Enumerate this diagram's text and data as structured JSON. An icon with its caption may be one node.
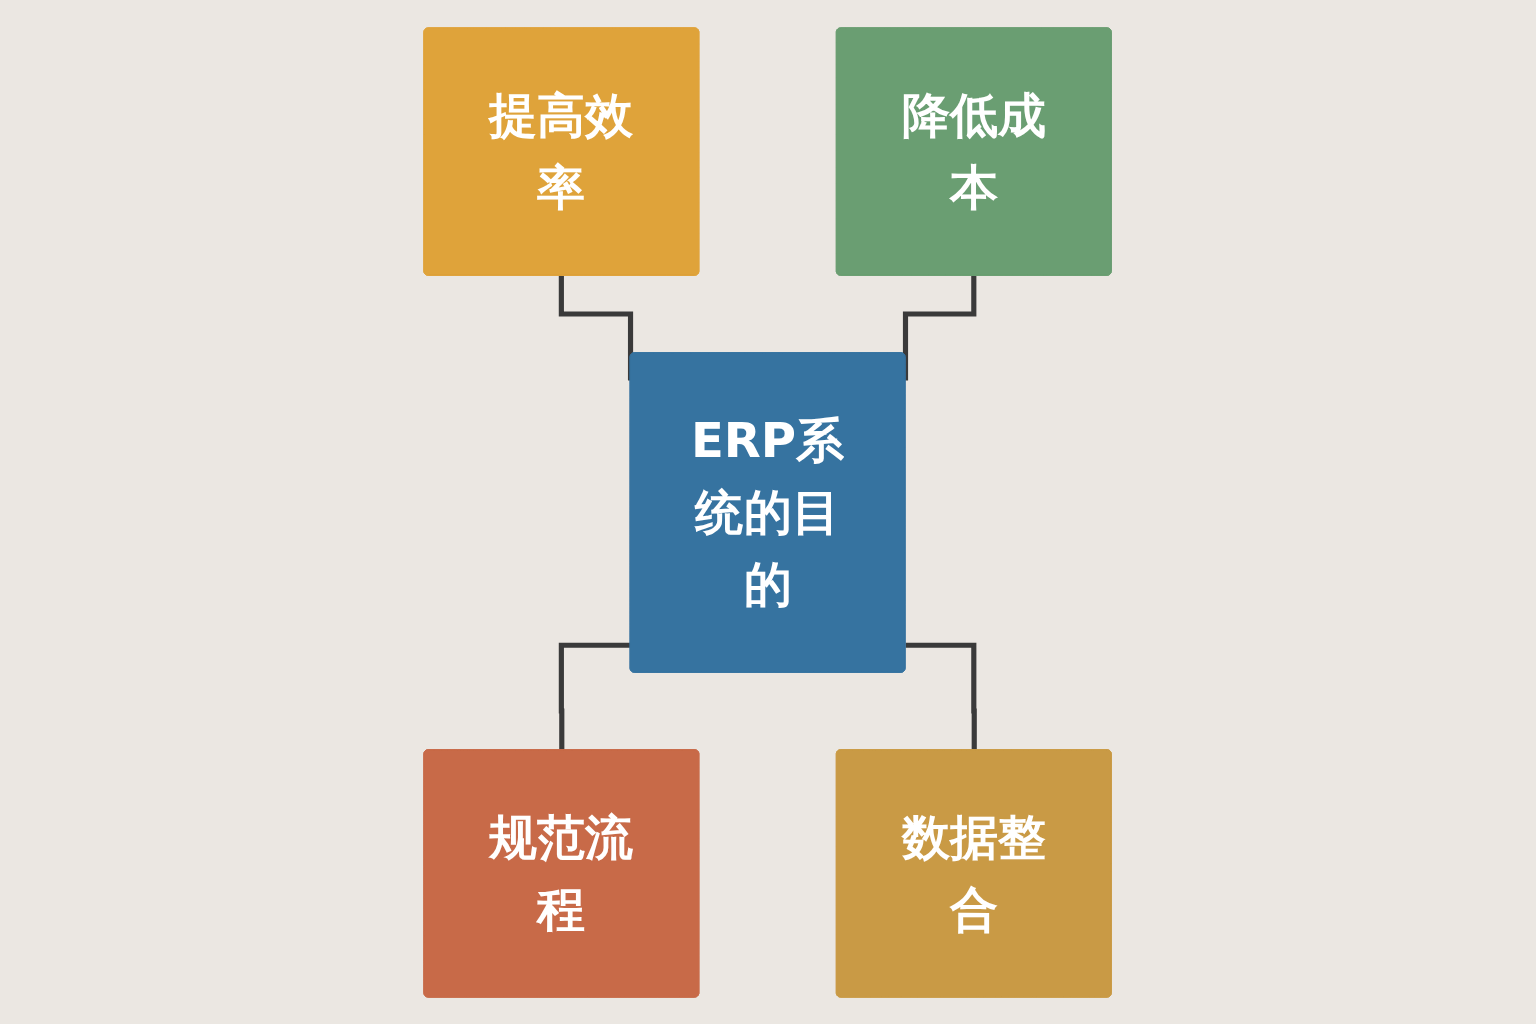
{
  "diagram": {
    "nodes": [
      {
        "text": [
          "提高效率"
        ]
      },
      {
        "text": [
          "降低成本"
        ]
      },
      {
        "text": [
          "ERP系统的目的"
        ]
      },
      {
        "text": [
          "规范流程"
        ]
      },
      {
        "text": [
          "数据整合"
        ]
      }
    ],
    "edges": [
      {
        "from": 0,
        "to": 2,
        "arrow": "none"
      },
      {
        "from": 1,
        "to": 2,
        "arrow": "none"
      },
      {
        "from": 2,
        "to": 3,
        "arrow": "none"
      },
      {
        "from": 2,
        "to": 4,
        "arrow": "none"
      }
    ]
  }
}
